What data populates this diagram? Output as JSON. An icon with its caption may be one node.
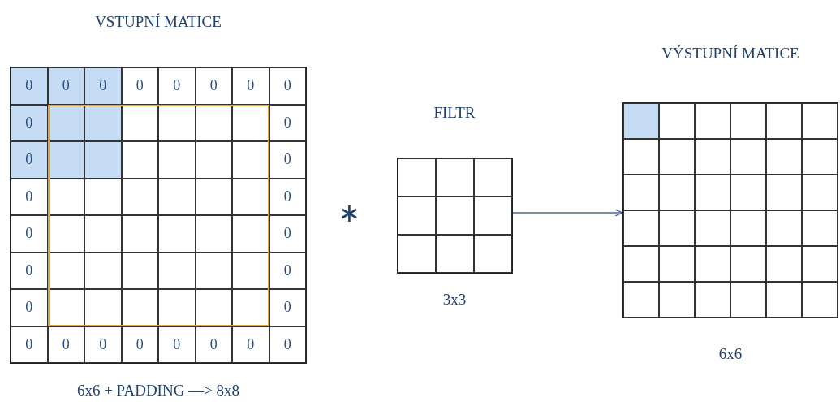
{
  "diagram": {
    "nodes": [
      {
        "text": [
          "VSTUPNÍ MATICE"
        ],
        "beside": [
          "6x6 + PADDING —> 8x8"
        ]
      },
      {
        "text": [
          "FILTR"
        ],
        "beside": [
          "3x3"
        ]
      },
      {
        "text": [
          "VÝSTUPNÍ MATICE"
        ],
        "beside": [
          "6x6"
        ]
      }
    ],
    "edges": [
      {
        "from": 1,
        "to": 2,
        "arrow": "to"
      }
    ],
    "labels": [
      "0",
      "0",
      "0",
      "0",
      "0",
      "0",
      "0",
      "0",
      "0",
      "0",
      "0",
      "0",
      "0",
      "0",
      "0",
      "0",
      "0",
      "0",
      "0",
      "0",
      "0",
      "0",
      "0",
      "0",
      "0",
      "0",
      "0",
      "0",
      "∗"
    ]
  }
}
